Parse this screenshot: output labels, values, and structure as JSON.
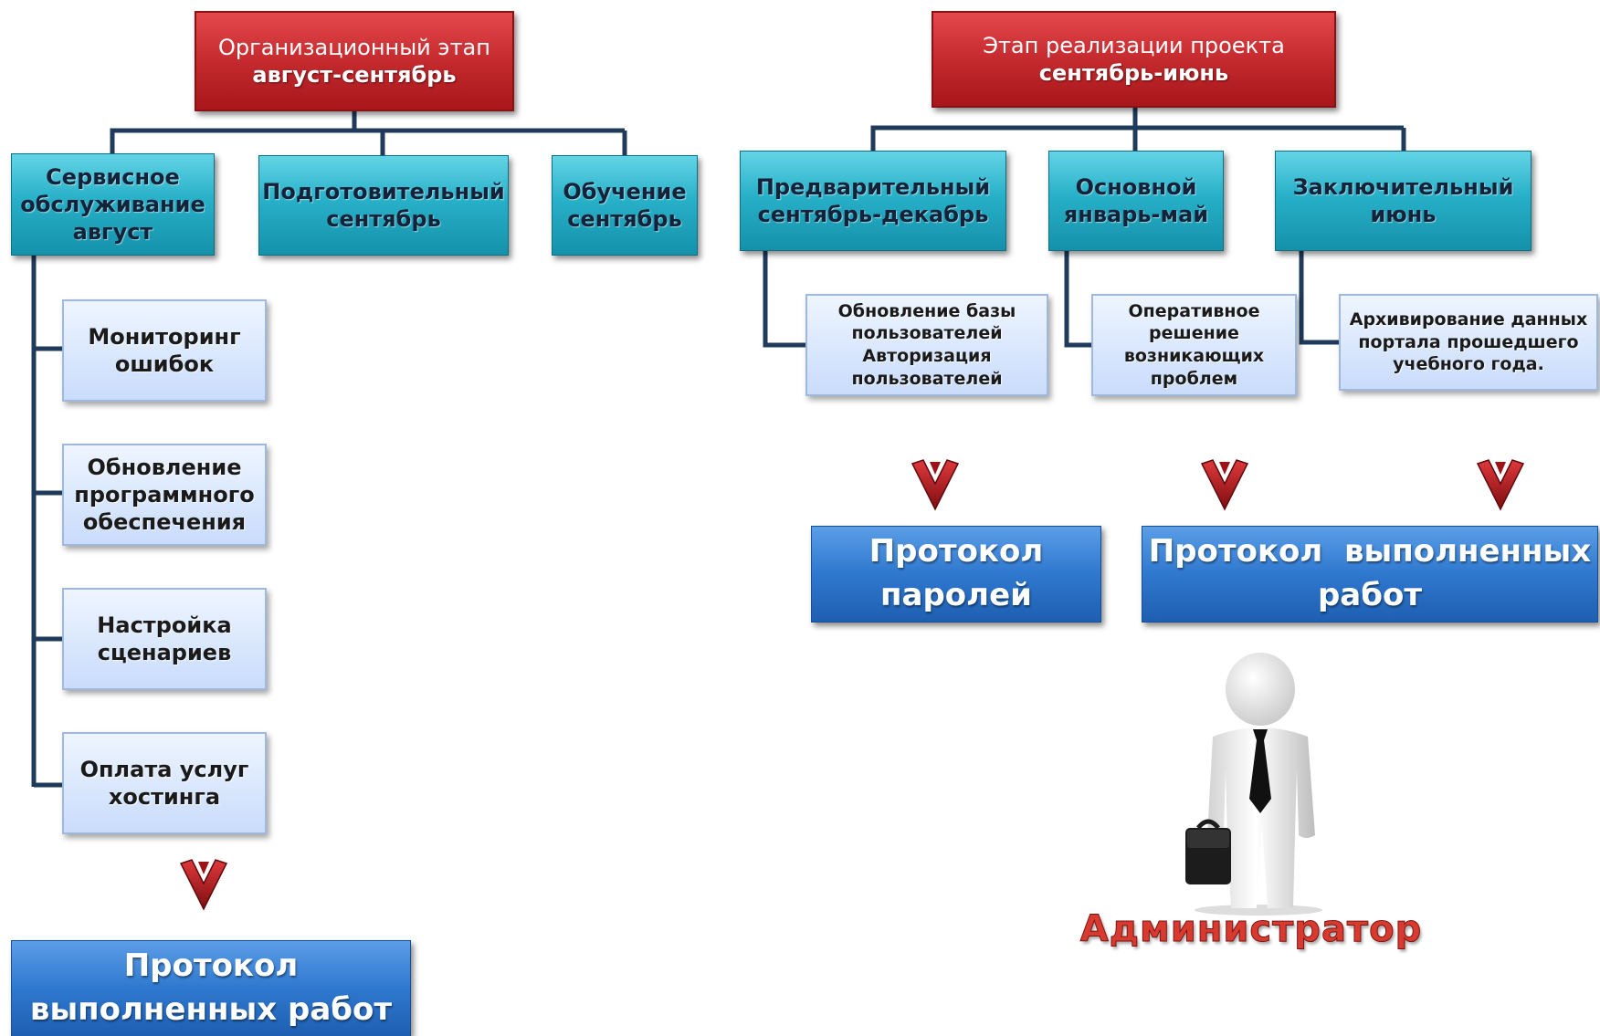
{
  "colors": {
    "stage_red": "#c42a2e",
    "phase_teal": "#27b0c8",
    "task_light_blue": "#c9dcfb",
    "protocol_blue": "#2f78cf",
    "connector": "#1f3b5c",
    "arrow_red": "#a8171b",
    "admin_label": "#d93a30"
  },
  "left": {
    "stage": {
      "line1": "Организационный этап",
      "line2": "август-сентябрь"
    },
    "phases": [
      {
        "line1": "Сервисное",
        "line2": "обслуживание",
        "line3": "август"
      },
      {
        "line1": "Подготовительный",
        "line2": "сентябрь"
      },
      {
        "line1": "Обучение",
        "line2": "сентябрь"
      }
    ],
    "tasks": [
      {
        "line1": "Мониторинг",
        "line2": "ошибок"
      },
      {
        "line1": "Обновление",
        "line2": "программного",
        "line3": "обеспечения"
      },
      {
        "line1": "Настройка",
        "line2": "сценариев"
      },
      {
        "line1": "Оплата услуг",
        "line2": "хостинга"
      }
    ],
    "protocol": {
      "line1": "Протокол",
      "line2": "выполненных работ"
    }
  },
  "right": {
    "stage": {
      "line1": "Этап реализации проекта",
      "line2": "сентябрь-июнь"
    },
    "phases": [
      {
        "line1": "Предварительный",
        "line2": "сентябрь-декабрь"
      },
      {
        "line1": "Основной",
        "line2": "январь-май"
      },
      {
        "line1": "Заключительный",
        "line2": "июнь"
      }
    ],
    "tasks": [
      {
        "line1": "Обновление базы",
        "line2": "пользователей",
        "line3": "Авторизация",
        "line4": "пользователей"
      },
      {
        "line1": "Оперативное",
        "line2": "решение",
        "line3": "возникающих",
        "line4": "проблем"
      },
      {
        "line1": "Архивирование данных",
        "line2": "портала прошедшего",
        "line3": "учебного года."
      }
    ],
    "protocols": [
      {
        "line1": "Протокол",
        "line2": "паролей"
      },
      {
        "line1": "Протокол  выполненных",
        "line2": "работ"
      }
    ]
  },
  "admin": {
    "label": "Администратор",
    "figure_icon": "businessman-icon"
  }
}
